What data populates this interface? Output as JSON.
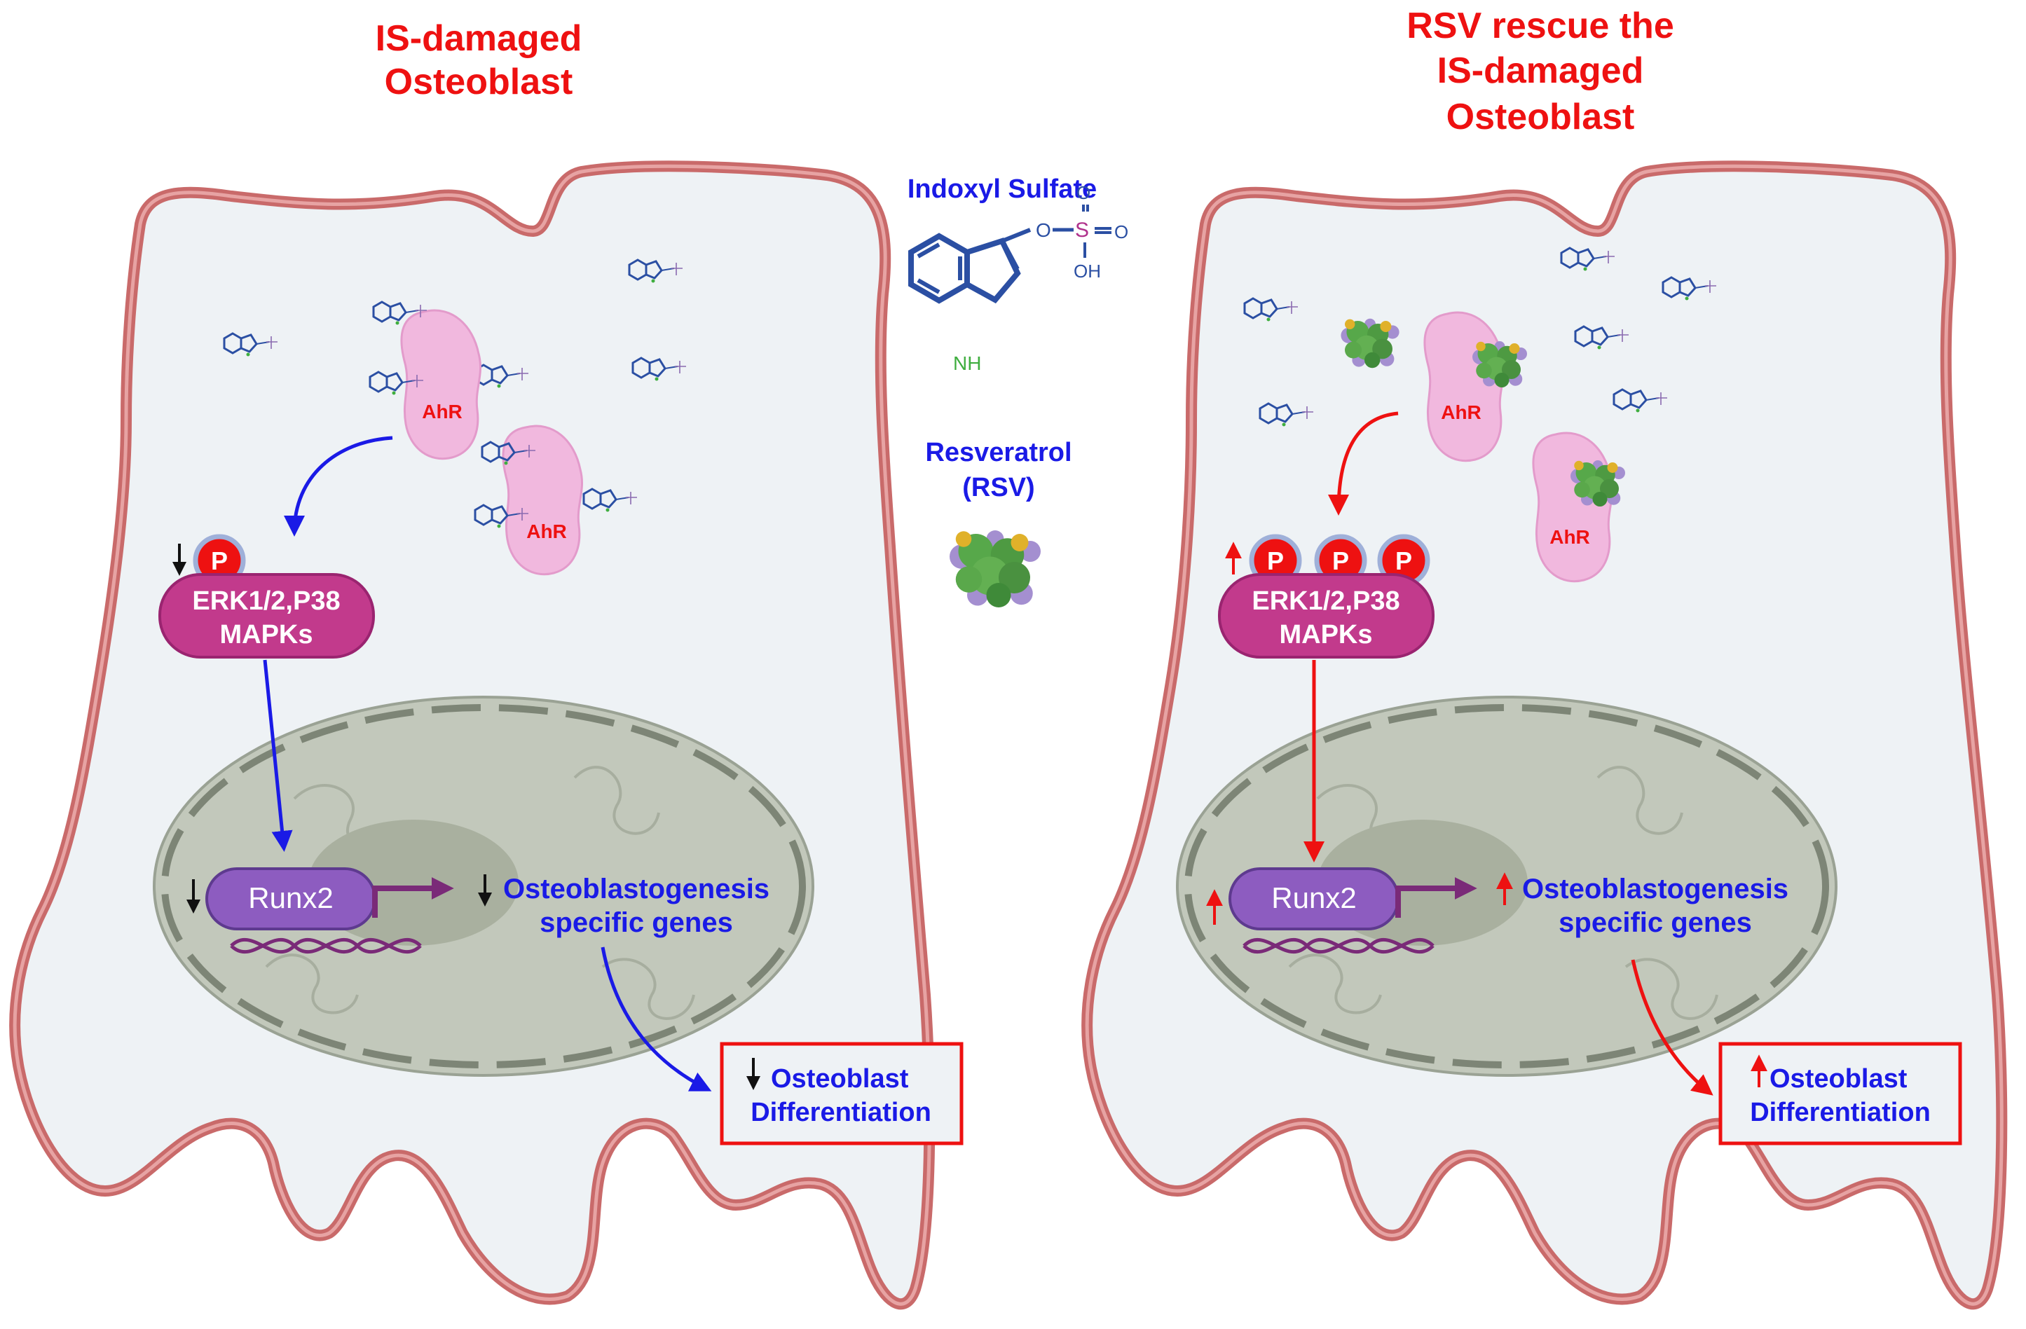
{
  "panels": {
    "left": {
      "title_lines": [
        "IS-damaged",
        "Osteoblast"
      ],
      "kinase_label_lines": [
        "ERK1/2,P38",
        "MAPKs"
      ],
      "phospho_label": "P",
      "receptor_label": "AhR",
      "tf_label": "Runx2",
      "genes_lines": [
        "Osteoblastogenesis",
        "specific genes"
      ],
      "outcome_lines": [
        "Osteoblast",
        "Differentiation"
      ],
      "indicator": "down"
    },
    "right": {
      "title_lines": [
        "RSV rescue the",
        "IS-damaged",
        "Osteoblast"
      ],
      "kinase_label_lines": [
        "ERK1/2,P38",
        "MAPKs"
      ],
      "phospho_label": "P",
      "receptor_label": "AhR",
      "tf_label": "Runx2",
      "genes_lines": [
        "Osteoblastogenesis",
        "specific genes"
      ],
      "outcome_lines": [
        "Osteoblast",
        "Differentiation"
      ],
      "indicator": "up"
    }
  },
  "legend": {
    "indoxyl_sulfate_label": "Indoxyl Sulfate",
    "resveratrol_label_lines": [
      "Resveratrol",
      "(RSV)"
    ],
    "structure_atoms": {
      "o_ester": "O",
      "s": "S",
      "o_top": "O",
      "o_right": "O",
      "oh": "OH",
      "nh": "NH"
    }
  },
  "colors": {
    "title": "#ee1111",
    "label_blue": "#1a1ae6",
    "arrow_blue": "#1a1ae6",
    "arrow_red": "#ee1111",
    "cell_border": "#c96a6a",
    "cell_fill": "#eef2f5",
    "ahr_fill": "#f1b8de",
    "kinase_fill": "#c23a8c",
    "runx2_fill": "#8d5cc0",
    "nucleus_fill": "#c2c8bb",
    "phospho_fill": "#ee1111",
    "outcome_border": "#ee1111",
    "molecule_blue": "#2b4fa3"
  }
}
